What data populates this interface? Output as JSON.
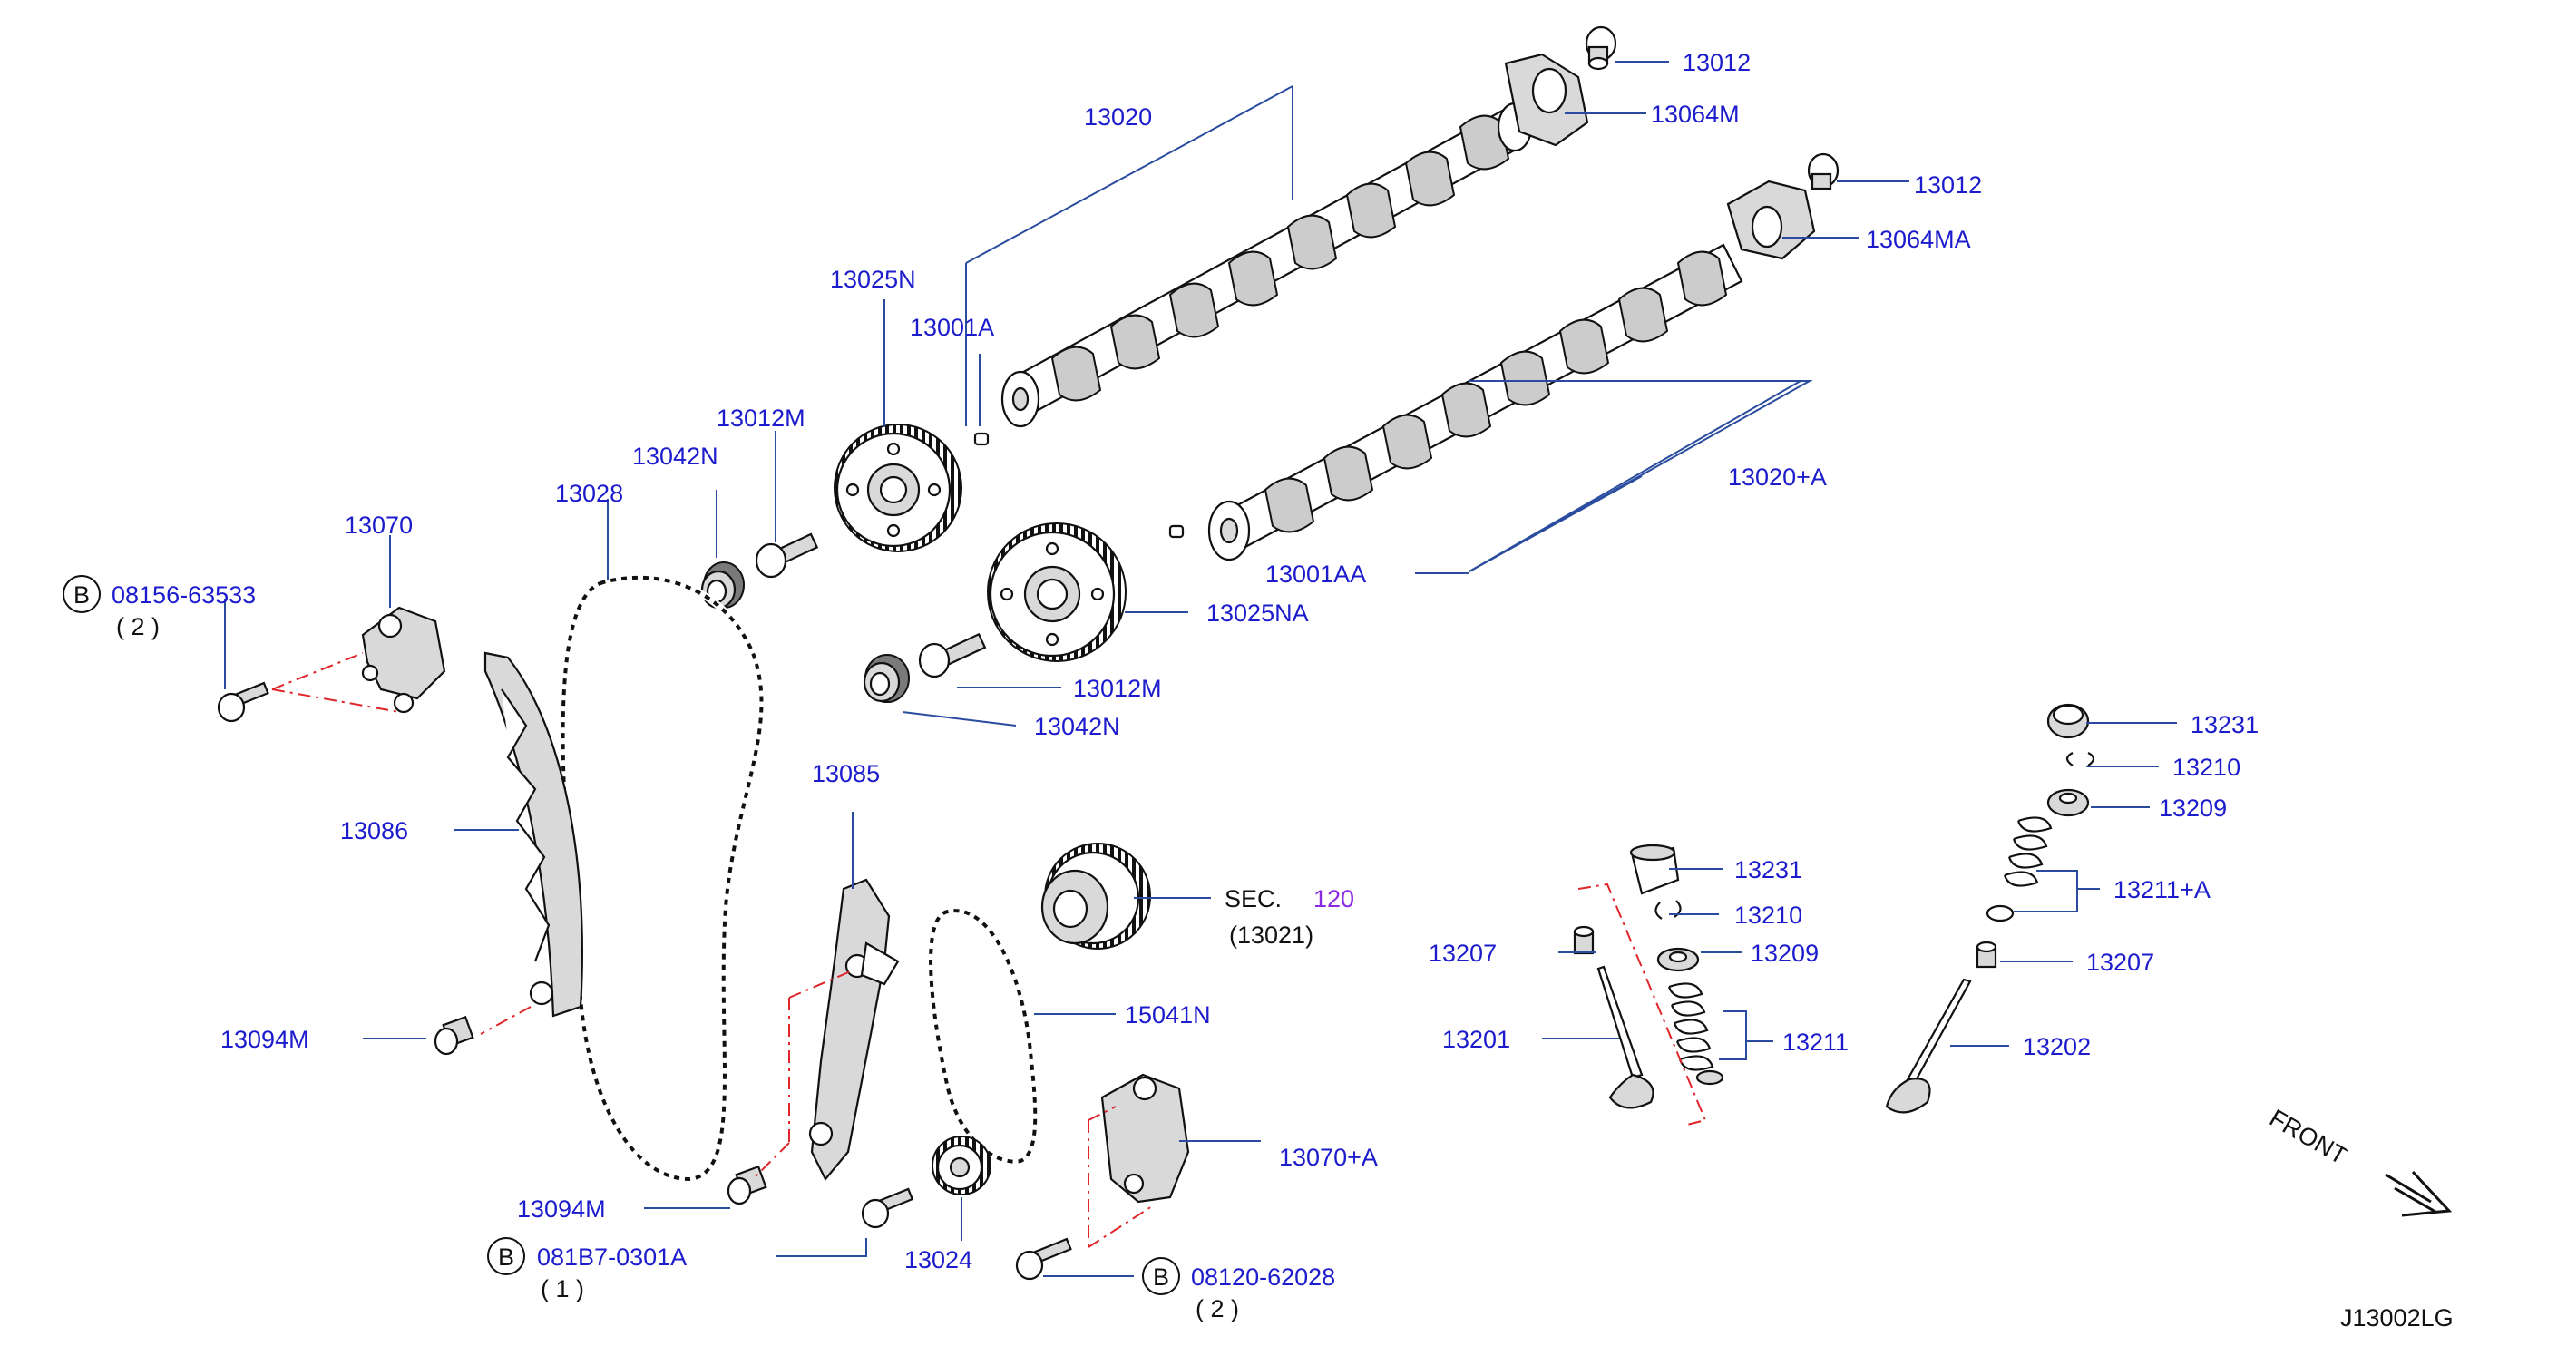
{
  "figure_code": "J13002LG",
  "front_label": "FRONT",
  "sec_ref": {
    "prefix": "SEC.",
    "number": "120",
    "sub": "(13021)"
  },
  "bolts": [
    {
      "badge": "B",
      "part": "08156-63533",
      "qty": "( 2 )"
    },
    {
      "badge": "B",
      "part": "081B7-0301A",
      "qty": "( 1 )"
    },
    {
      "badge": "B",
      "part": "08120-62028",
      "qty": "( 2 )"
    }
  ],
  "labels": {
    "p13012_a": "13012",
    "p13064M": "13064M",
    "p13020": "13020",
    "p13012_b": "13012",
    "p13064MA": "13064MA",
    "p13025N": "13025N",
    "p13001A": "13001A",
    "p13012M_a": "13012M",
    "p13042N_a": "13042N",
    "p13028": "13028",
    "p13020A": "13020+A",
    "p13070": "13070",
    "p13001AA": "13001AA",
    "p13025NA": "13025NA",
    "p13012M_b": "13012M",
    "p13042N_b": "13042N",
    "p13086": "13086",
    "p13085": "13085",
    "p15041N": "15041N",
    "p13094M_a": "13094M",
    "p13094M_b": "13094M",
    "p13024": "13024",
    "p13070A": "13070+A",
    "p13231_a": "13231",
    "p13210_a": "13210",
    "p13209_a": "13209",
    "p13207_a": "13207",
    "p13201": "13201",
    "p13211": "13211",
    "p13231_b": "13231",
    "p13210_b": "13210",
    "p13209_b": "13209",
    "p13211A": "13211+A",
    "p13207_b": "13207",
    "p13202": "13202"
  }
}
